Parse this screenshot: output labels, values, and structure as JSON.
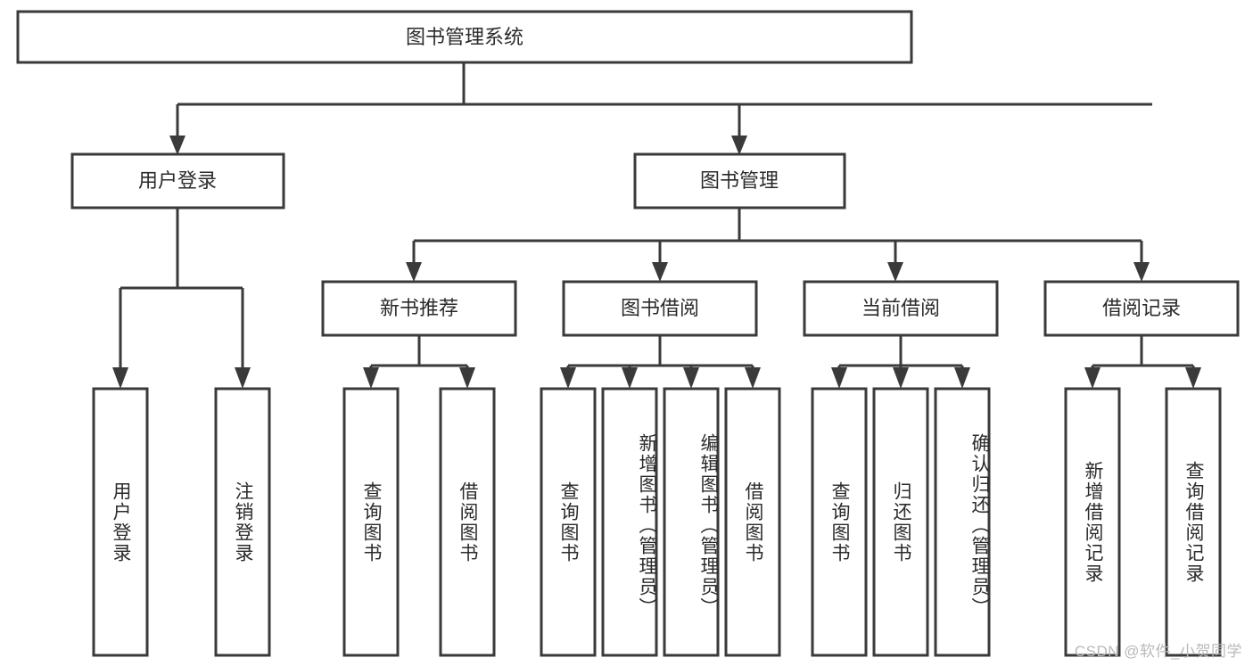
{
  "diagram": {
    "type": "tree-hierarchy",
    "title_node": {
      "id": "root",
      "label": "图书管理系统"
    },
    "level2": [
      {
        "id": "user-login",
        "label": "用户登录"
      },
      {
        "id": "book-management",
        "label": "图书管理"
      }
    ],
    "level3": [
      {
        "id": "new-book-recommend",
        "label": "新书推荐",
        "parent": "book-management"
      },
      {
        "id": "book-borrow",
        "label": "图书借阅",
        "parent": "book-management"
      },
      {
        "id": "current-borrow",
        "label": "当前借阅",
        "parent": "book-management"
      },
      {
        "id": "borrow-record",
        "label": "借阅记录",
        "parent": "book-management"
      }
    ],
    "leaves": {
      "user_login": [
        {
          "id": "leaf-user-login",
          "label": "用户登录"
        },
        {
          "id": "leaf-logout",
          "label": "注销登录"
        }
      ],
      "new_book_recommend": [
        {
          "id": "leaf-query-book-1",
          "label": "查询图书"
        },
        {
          "id": "leaf-borrow-book-1",
          "label": "借阅图书"
        }
      ],
      "book_borrow": [
        {
          "id": "leaf-query-book-2",
          "label": "查询图书"
        },
        {
          "id": "leaf-add-book",
          "label": "新增图书（管理员）"
        },
        {
          "id": "leaf-edit-book",
          "label": "编辑图书（管理员）"
        },
        {
          "id": "leaf-borrow-book-2",
          "label": "借阅图书"
        }
      ],
      "current_borrow": [
        {
          "id": "leaf-query-book-3",
          "label": "查询图书"
        },
        {
          "id": "leaf-return-book",
          "label": "归还图书"
        },
        {
          "id": "leaf-confirm-return",
          "label": "确认归还（管理员）"
        }
      ],
      "borrow_record": [
        {
          "id": "leaf-add-record",
          "label": "新增借阅记录"
        },
        {
          "id": "leaf-query-record",
          "label": "查询借阅记录"
        }
      ]
    },
    "watermark": "CSDN @软件_小贺同学",
    "colors": {
      "stroke": "#3a3a3a",
      "box_fill": "#ffffff",
      "text": "#2b2b2b",
      "background": "#ffffff",
      "watermark": "#b9b9b9"
    }
  }
}
